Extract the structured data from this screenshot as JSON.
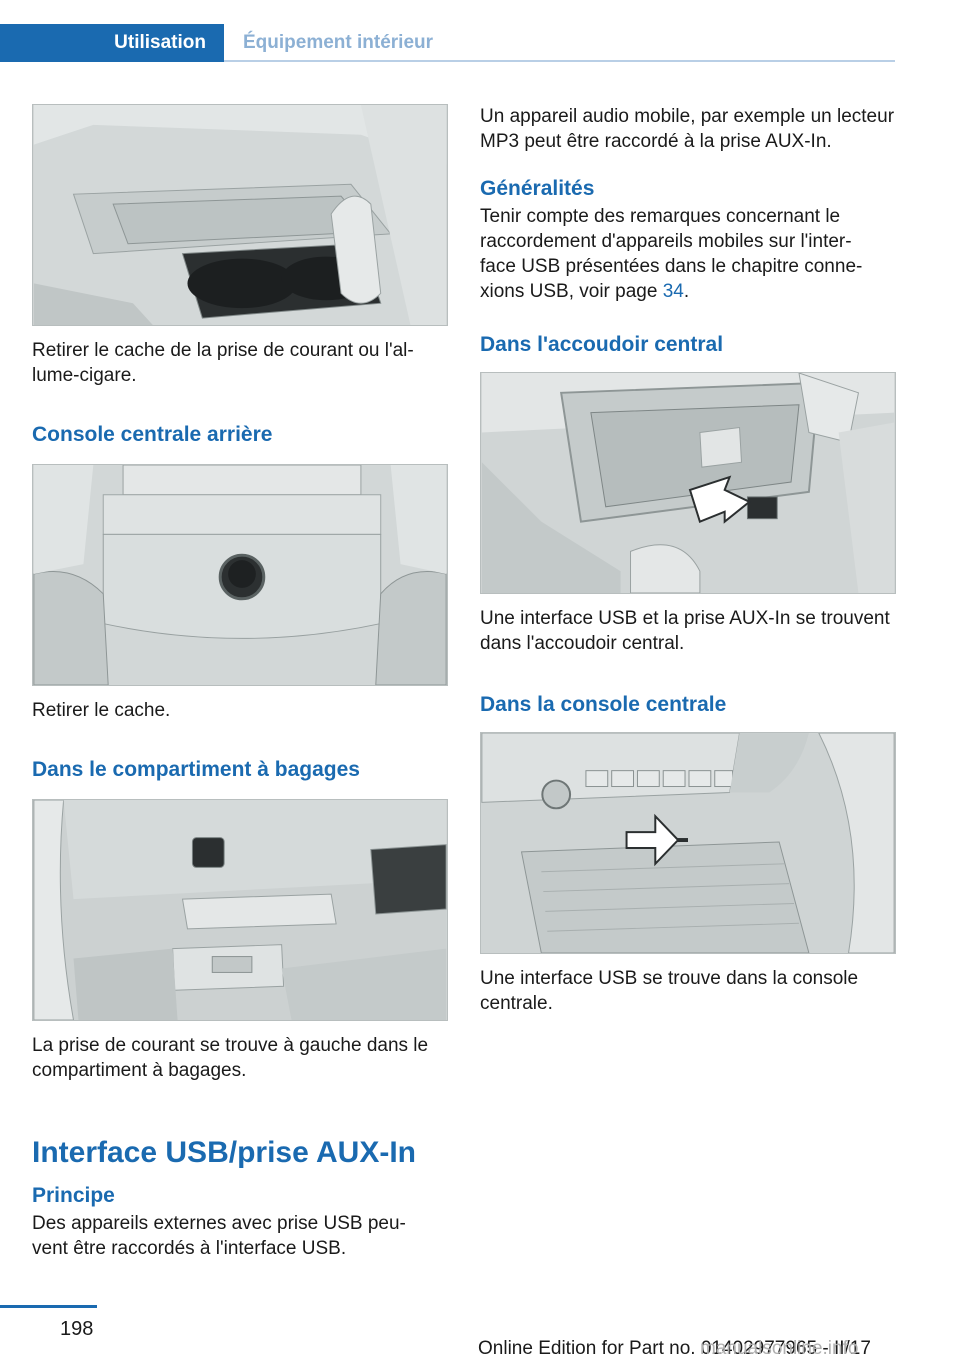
{
  "header": {
    "active_tab": "Utilisation",
    "inactive_tab": "Équipement intérieur"
  },
  "left": {
    "caption1": "Retirer le cache de la prise de courant ou l'al­lume-cigare.",
    "heading_console_arriere": "Console centrale arrière",
    "caption2": "Retirer le cache.",
    "heading_bagages": "Dans le compartiment à bagages",
    "caption3": "La prise de courant se trouve à gauche dans le compartiment à bagages.",
    "heading_usb": "Interface USB/prise AUX-In",
    "heading_principe": "Principe",
    "principe_text": "Des appareils externes avec prise USB peu­vent être raccordés à l'interface USB."
  },
  "right": {
    "intro_text": "Un appareil audio mobile, par exemple un lec­teur MP3 peut être raccordé à la prise AUX-In.",
    "heading_generalites": "Généralités",
    "generalites_text": "Tenir compte des remarques concernant le raccordement d'appareils mobiles sur l'inter­face USB présentées dans le chapitre conne­xions USB, voir page ",
    "generalites_link": "34",
    "generalites_end": ".",
    "heading_accoudoir": "Dans l'accoudoir central",
    "caption_accoudoir": "Une interface USB et la prise AUX-In se trou­vent dans l'accoudoir central.",
    "heading_console": "Dans la console centrale",
    "caption_console": "Une interface USB se trouve dans la console centrale."
  },
  "footer": {
    "page_number": "198",
    "edition": "Online Edition for Part no. 01402977965 - II/17",
    "watermark": "manualsonline.info"
  }
}
